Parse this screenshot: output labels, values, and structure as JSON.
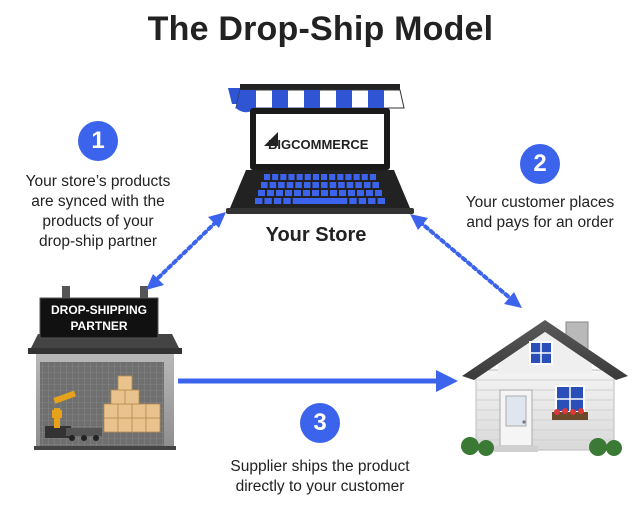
{
  "title": "The Drop-Ship Model",
  "steps": [
    {
      "number": "1",
      "lines": [
        "Your store’s products",
        "are synced with the",
        "products of your",
        "drop-ship partner"
      ]
    },
    {
      "number": "2",
      "lines": [
        "Your customer places",
        "and pays for an order"
      ]
    },
    {
      "number": "3",
      "lines": [
        "Supplier ships the product",
        "directly to your customer"
      ]
    }
  ],
  "store": {
    "label": "Your Store",
    "brand_prefix": "BIG",
    "brand_suffix": "COMMERCE"
  },
  "partner": {
    "sign_line1": "DROP-SHIPPING",
    "sign_line2": "PARTNER"
  },
  "colors": {
    "accent": "#3B63EC",
    "awning_blue": "#2F55D4",
    "text": "#222222"
  }
}
